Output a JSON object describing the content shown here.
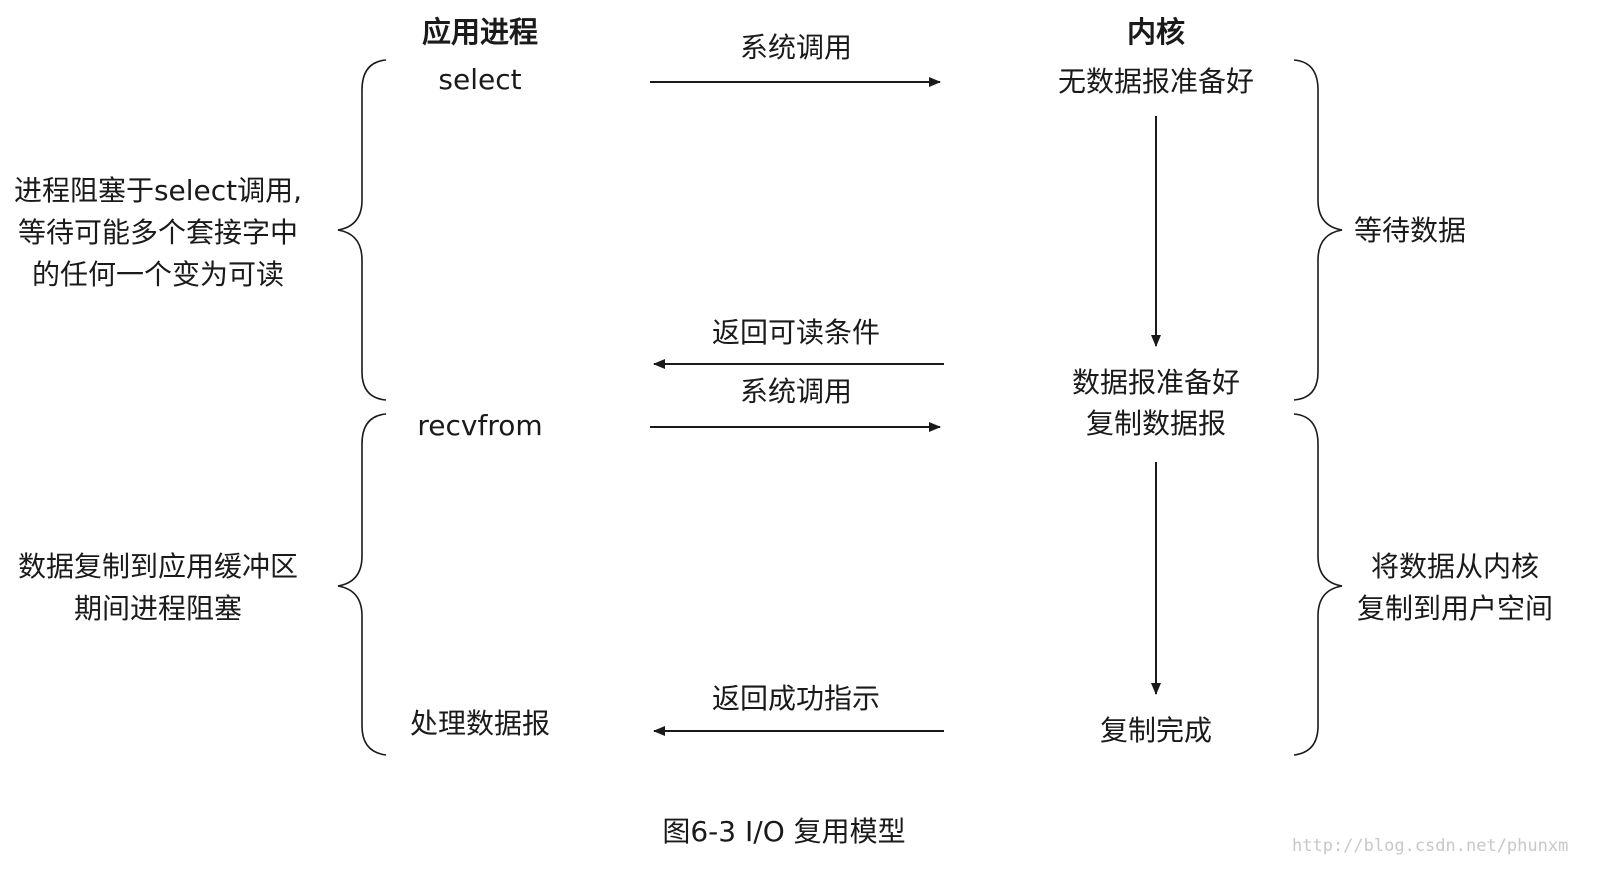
{
  "headers": {
    "app": "应用进程",
    "kernel": "内核"
  },
  "left_labels": {
    "select": "select",
    "recvfrom": "recvfrom",
    "process": "处理数据报"
  },
  "messages": {
    "syscall_1": "系统调用",
    "return_readable": "返回可读条件",
    "syscall_2": "系统调用",
    "return_success": "返回成功指示"
  },
  "kernel_states": {
    "no_datagram": "无数据报准备好",
    "datagram_ready": "数据报准备好",
    "copy_datagram": "复制数据报",
    "copy_done": "复制完成"
  },
  "annotations": {
    "left_blocked_select": [
      "进程阻塞于select调用,",
      "等待可能多个套接字中",
      "的任何一个变为可读"
    ],
    "left_blocked_copy": [
      "数据复制到应用缓冲区",
      "期间进程阻塞"
    ],
    "right_wait": "等待数据",
    "right_copy": [
      "将数据从内核",
      "复制到用户空间"
    ]
  },
  "caption": "图6-3 I/O 复用模型",
  "watermark": "http://blog.csdn.net/phunxm"
}
